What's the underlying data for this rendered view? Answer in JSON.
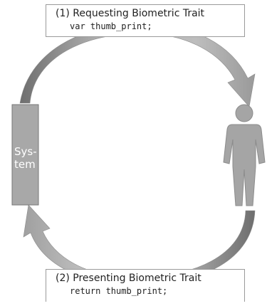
{
  "steps": [
    {
      "title": "(1)  Requesting Biometric Trait",
      "code": "var thumb_print;"
    },
    {
      "title": "(2)  Presenting Biometric Trait",
      "code": "return thumb_print;"
    }
  ],
  "system": {
    "label_line1": "Sys-",
    "label_line2": "tem"
  },
  "person": {
    "icon": "person-icon"
  },
  "colors": {
    "system_fill": "#a8a8a8",
    "system_stroke": "#777777",
    "person_fill": "#a5a5a5",
    "arrow_light": "#b8b8b8",
    "arrow_dark": "#6e6e6e",
    "box_border": "#9a9a9a"
  }
}
